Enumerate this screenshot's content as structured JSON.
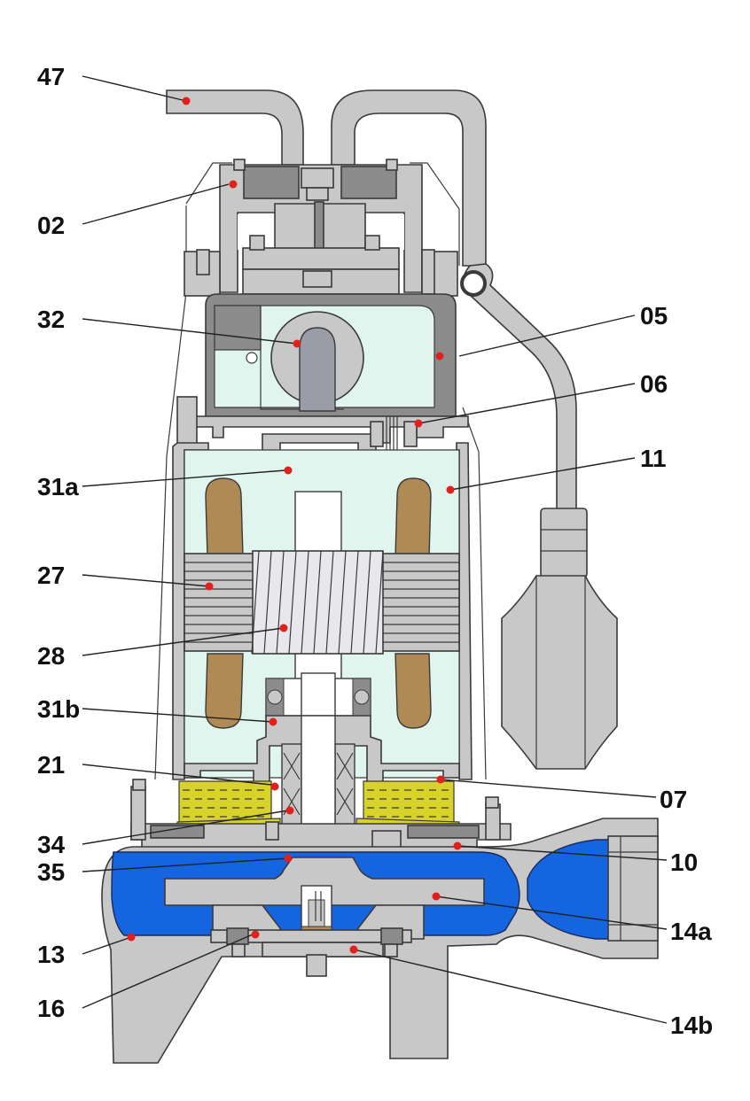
{
  "diagram": {
    "labels": {
      "l47": "47",
      "l02": "02",
      "l32": "32",
      "l31a": "31a",
      "l27": "27",
      "l28": "28",
      "l31b": "31b",
      "l21": "21",
      "l34": "34",
      "l35": "35",
      "l13": "13",
      "l16": "16",
      "l05": "05",
      "l06": "06",
      "l11": "11",
      "l07": "07",
      "l10": "10",
      "l14a": "14a",
      "l14b": "14b"
    },
    "colors": {
      "housing": "#c8c8c8",
      "housing_dark": "#8c8c8c",
      "motor_chamber": "#dff5ee",
      "pump_water": "#1565e0",
      "oil_chamber": "#d8d22a",
      "winding_copper": "#b08a55",
      "marker": "#e0201c"
    }
  }
}
